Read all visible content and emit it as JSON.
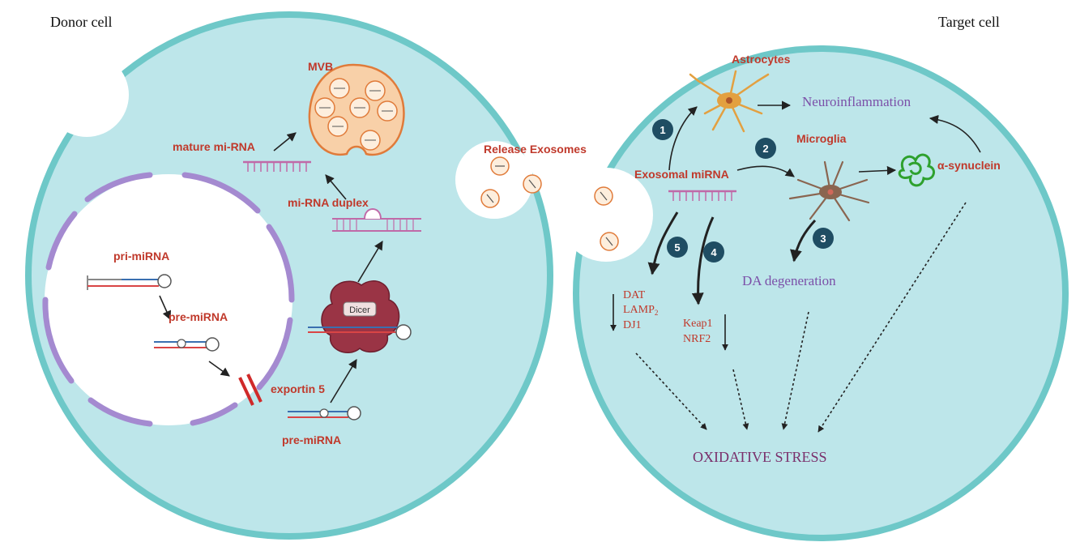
{
  "donor": {
    "title": "Donor cell",
    "mvb": "MVB",
    "mature": "mature mi-RNA",
    "duplex": "mi-RNA duplex",
    "pri": "pri-miRNA",
    "pre1": "pre-miRNA",
    "exportin": "exportin 5",
    "pre2": "pre-miRNA",
    "dicer": "Dicer"
  },
  "release": "Release Exosomes",
  "target": {
    "title": "Target cell",
    "astro": "Astrocytes",
    "neuro": "Neuroinflammation",
    "microglia": "Microglia",
    "exomir": "Exosomal miRNA",
    "syn": "α-synuclein",
    "da": "DA degeneration",
    "dat": "DAT",
    "lamp": "LAMP",
    "lamp_sub": "2",
    "dj1": "DJ1",
    "keap": "Keap1",
    "nrf": "NRF2",
    "ox": "OXIDATIVE STRESS",
    "n1": "1",
    "n2": "2",
    "n3": "3",
    "n4": "4",
    "n5": "5"
  },
  "colors": {
    "cell_fill": "#bde6ea",
    "cell_border": "#6ec8c8",
    "nucleus_border": "#a48ad0",
    "label_red": "#c0392b",
    "label_purple": "#7b4fa8",
    "mvb_fill": "#f8d0a8",
    "badge": "#1f4d63",
    "dicer": "#9a3445"
  }
}
